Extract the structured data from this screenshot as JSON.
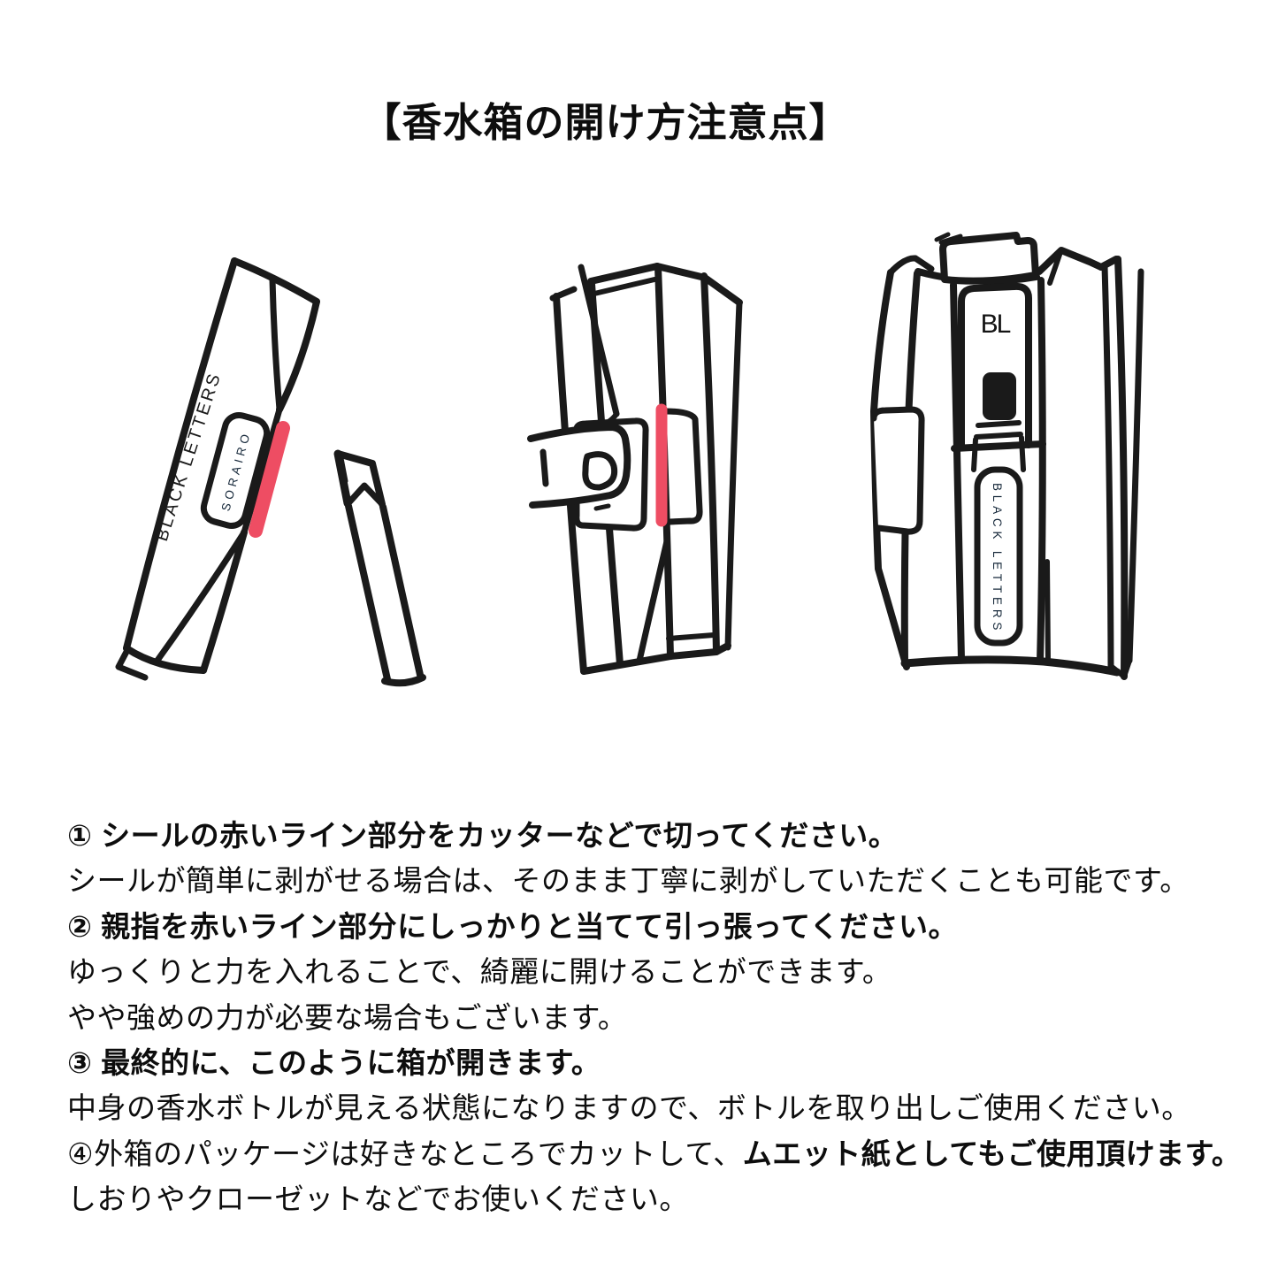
{
  "title": "【香水箱の開け方注意点】",
  "colors": {
    "ink": "#1A1A1A",
    "label_blue": "#82AACB",
    "line_red": "#EE4D63"
  },
  "illustrations": {
    "step1_sealed_box": {
      "side_text": "BLACK LETTERS",
      "seal_text": "SORAIRO"
    },
    "step3_opened_box": {
      "logo_text": "BL",
      "bottle_label_text": "BLACK LETTERS"
    }
  },
  "instructions": [
    {
      "segments": [
        {
          "text": "① シールの赤いライン部分をカッターなどで切ってください。",
          "bold": true
        }
      ]
    },
    {
      "segments": [
        {
          "text": "シールが簡単に剥がせる場合は、そのまま丁寧に剥がしていただくことも可能です。",
          "bold": false
        }
      ]
    },
    {
      "segments": [
        {
          "text": "② 親指を赤いライン部分にしっかりと当てて引っ張ってください。",
          "bold": true
        }
      ]
    },
    {
      "segments": [
        {
          "text": "ゆっくりと力を入れることで、綺麗に開けることができます。",
          "bold": false
        }
      ]
    },
    {
      "segments": [
        {
          "text": "やや強めの力が必要な場合もございます。",
          "bold": false
        }
      ]
    },
    {
      "segments": [
        {
          "text": "③ 最終的に、このように箱が開きます。",
          "bold": true
        }
      ]
    },
    {
      "segments": [
        {
          "text": "中身の香水ボトルが見える状態になりますので、ボトルを取り出しご使用ください。",
          "bold": false
        }
      ]
    },
    {
      "segments": [
        {
          "text": "④外箱のパッケージは好きなところでカットして、",
          "bold": false
        },
        {
          "text": "ムエット紙としてもご使用頂けます。",
          "bold": true
        }
      ]
    },
    {
      "segments": [
        {
          "text": "しおりやクローゼットなどでお使いください。",
          "bold": false
        }
      ]
    }
  ]
}
